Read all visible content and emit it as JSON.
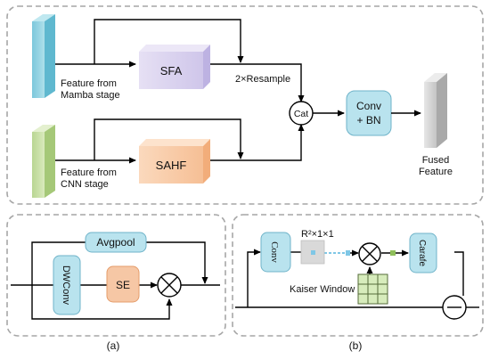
{
  "colors": {
    "panel_border": "#a6a6a6",
    "line": "#000000",
    "mamba_block": "#8fd3e0",
    "cnn_block": "#c7dfa3",
    "sfa_block": "#d8d0ee",
    "sahf_block": "#f8c9a4",
    "conv_block": "#b9e3ee",
    "se_block": "#f6c7a5",
    "fused_block": "#d4d4d4",
    "kaiser_grid": "#d7ecbc"
  },
  "top": {
    "mamba_caption_line1": "Feature from",
    "mamba_caption_line2": "Mamba stage",
    "cnn_caption_line1": "Feature from",
    "cnn_caption_line2": "CNN stage",
    "sfa_label": "SFA",
    "sahf_label": "SAHF",
    "resample_label": "2×Resample",
    "cat_label": "Cat",
    "convbn_line1": "Conv",
    "convbn_line2": "+ BN",
    "fused_line1": "Fused",
    "fused_line2": "Feature"
  },
  "panel_a": {
    "avgpool_label": "Avgpool",
    "dwconv_label": "DWConv",
    "se_label": "SE",
    "caption": "(a)"
  },
  "panel_b": {
    "conv_label": "Conv",
    "shape_label": "R²×1×1",
    "kaiser_label": "Kaiser Window",
    "carafe_label": "Carafe",
    "caption": "(b)"
  }
}
